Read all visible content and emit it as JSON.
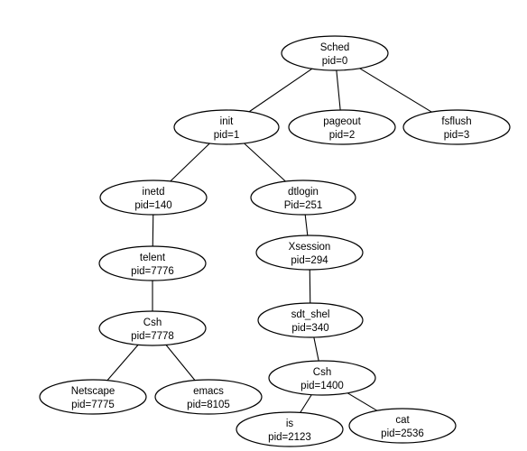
{
  "nodes": [
    {
      "id": "sched",
      "name": "Sched",
      "pid": "pid=0"
    },
    {
      "id": "init",
      "name": "init",
      "pid": "pid=1"
    },
    {
      "id": "pageout",
      "name": "pageout",
      "pid": "pid=2"
    },
    {
      "id": "fsflush",
      "name": "fsflush",
      "pid": "pid=3"
    },
    {
      "id": "inetd",
      "name": "inetd",
      "pid": "pid=140"
    },
    {
      "id": "dtlogin",
      "name": "dtlogin",
      "pid": "Pid=251"
    },
    {
      "id": "telent",
      "name": "telent",
      "pid": "pid=7776"
    },
    {
      "id": "xsession",
      "name": "Xsession",
      "pid": "pid=294"
    },
    {
      "id": "csh-a",
      "name": "Csh",
      "pid": "pid=7778"
    },
    {
      "id": "sdt-shel",
      "name": "sdt_shel",
      "pid": "pid=340"
    },
    {
      "id": "netscape",
      "name": "Netscape",
      "pid": "pid=7775"
    },
    {
      "id": "emacs",
      "name": "emacs",
      "pid": "pid=8105"
    },
    {
      "id": "csh-b",
      "name": "Csh",
      "pid": "pid=1400"
    },
    {
      "id": "is",
      "name": "is",
      "pid": "pid=2123"
    },
    {
      "id": "cat",
      "name": "cat",
      "pid": "pid=2536"
    }
  ],
  "edges": [
    [
      "sched",
      "init"
    ],
    [
      "sched",
      "pageout"
    ],
    [
      "sched",
      "fsflush"
    ],
    [
      "init",
      "inetd"
    ],
    [
      "init",
      "dtlogin"
    ],
    [
      "inetd",
      "telent"
    ],
    [
      "telent",
      "csh-a"
    ],
    [
      "csh-a",
      "netscape"
    ],
    [
      "csh-a",
      "emacs"
    ],
    [
      "dtlogin",
      "xsession"
    ],
    [
      "xsession",
      "sdt-shel"
    ],
    [
      "sdt-shel",
      "csh-b"
    ],
    [
      "csh-b",
      "is"
    ],
    [
      "csh-b",
      "cat"
    ]
  ]
}
